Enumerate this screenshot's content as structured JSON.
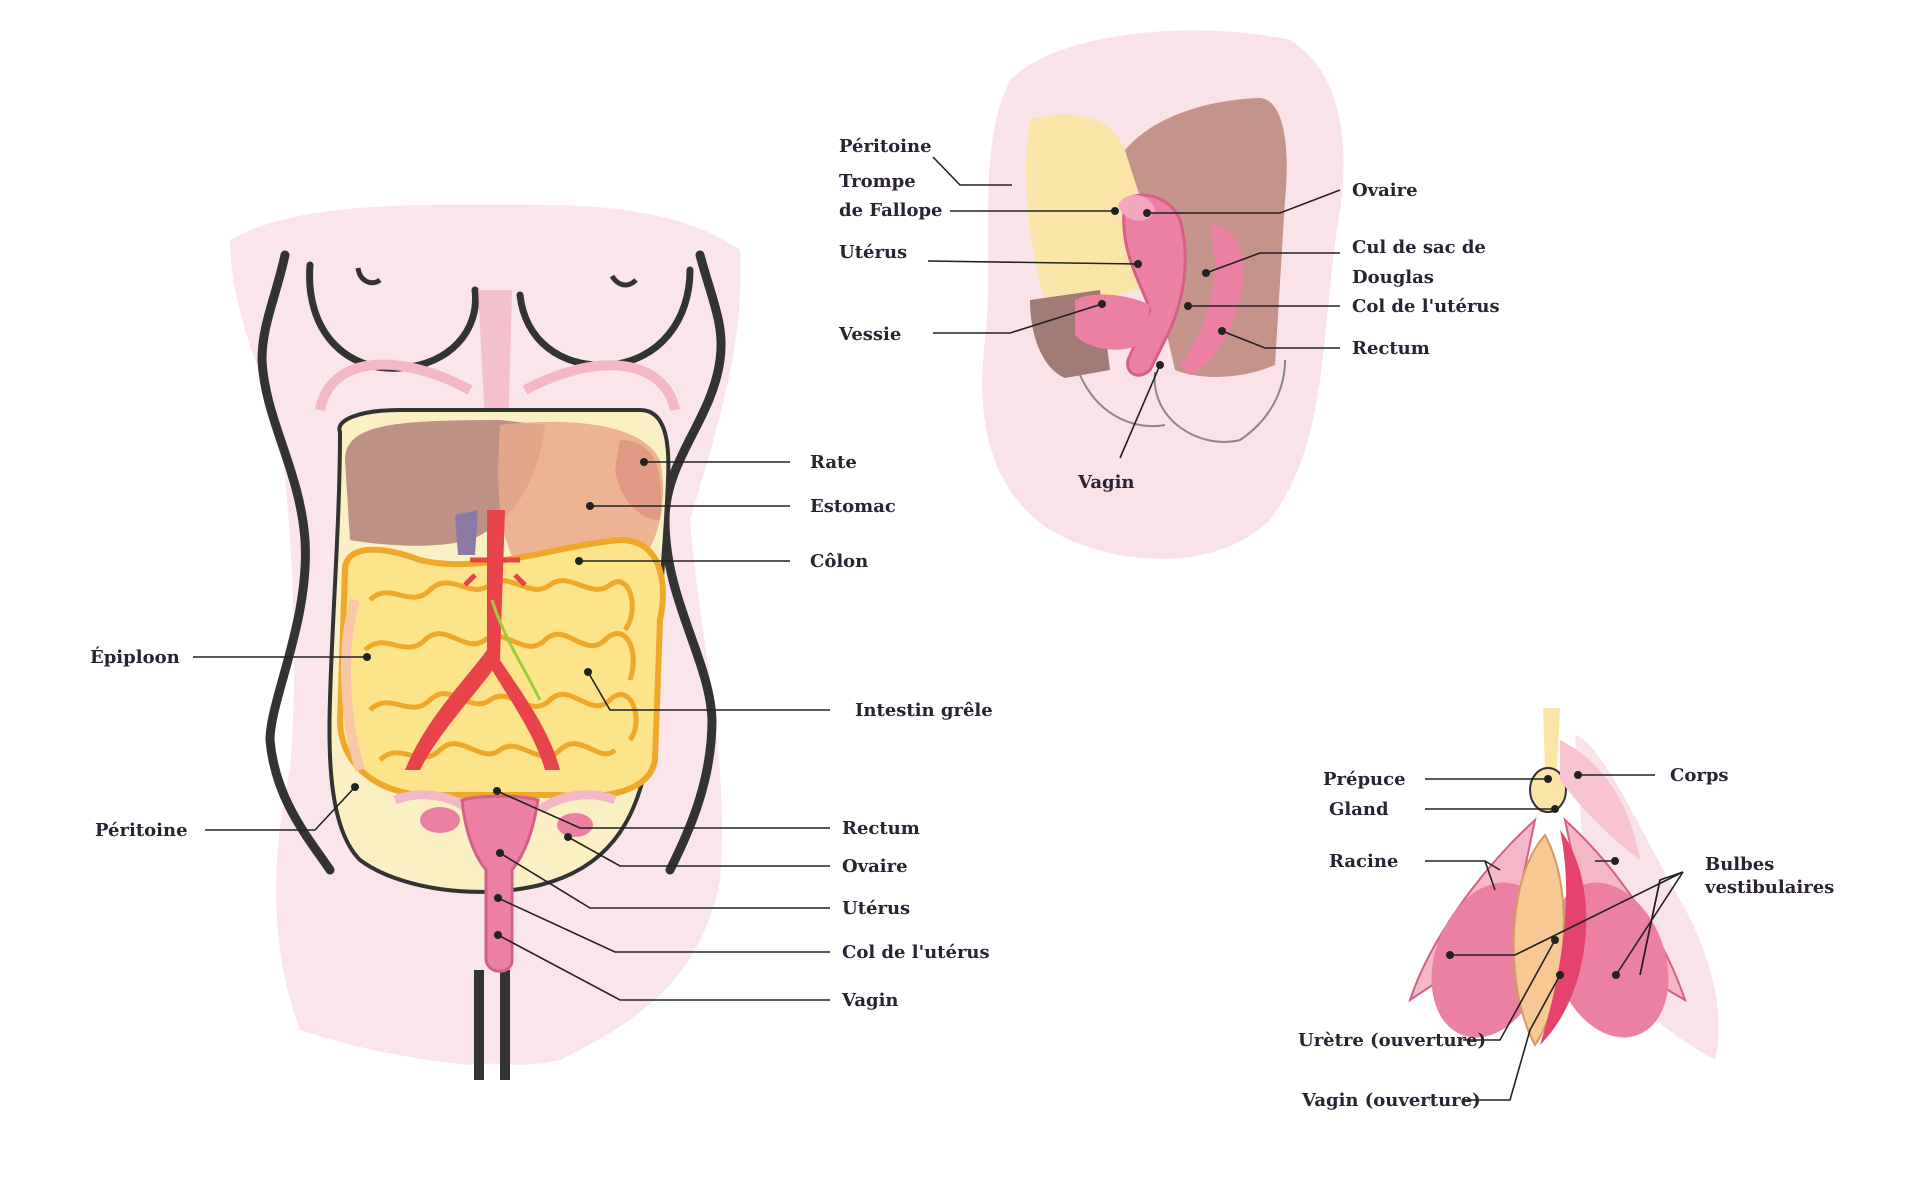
{
  "torso_labels": {
    "rate": "Rate",
    "estomac": "Estomac",
    "colon": "Côlon",
    "epiploon": "Épiploon",
    "intestin": "Intestin grêle",
    "peritoine": "Péritoine",
    "rectum": "Rectum",
    "ovaire": "Ovaire",
    "uterus": "Utérus",
    "col": "Col de l'utérus",
    "vagin": "Vagin"
  },
  "pelvis_labels": {
    "peritoine": "Péritoine",
    "trompe1": "Trompe",
    "trompe2": "de Fallope",
    "uterus": "Utérus",
    "vessie": "Vessie",
    "ovaire": "Ovaire",
    "douglas1": "Cul de sac de",
    "douglas2": "Douglas",
    "col": "Col de l'utérus",
    "rectum": "Rectum",
    "vagin": "Vagin"
  },
  "clitoris_labels": {
    "prepuce": "Prépuce",
    "gland": "Gland",
    "racine": "Racine",
    "corps": "Corps",
    "bulbes1": "Bulbes",
    "bulbes2": "vestibulaires",
    "uretre": "Urètre (ouverture)",
    "vagin": "Vagin (ouverture)"
  },
  "colors": {
    "skin": "#f8dde3",
    "peritoneum": "#fbf0c4",
    "intestine": "#f0a82a",
    "liver": "#b88a80",
    "stomach": "#e9a98a",
    "artery": "#e8434a",
    "uterus": "#ec80a3",
    "line": "#222222"
  }
}
